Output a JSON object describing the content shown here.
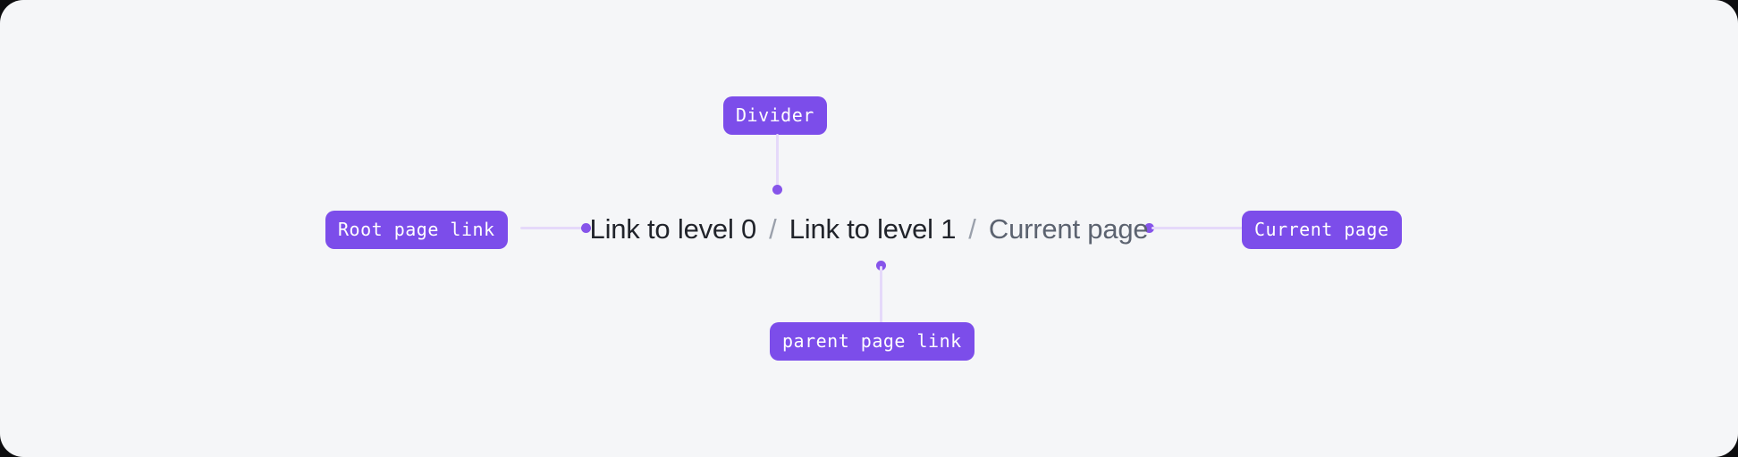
{
  "canvas": {
    "background_color": "#f5f6f8",
    "accent_color": "#7c4dea",
    "connector_color": "#e5d9fa",
    "dot_color": "#8654ea",
    "link_text_color": "#21242b",
    "current_text_color": "#5c6370",
    "separator_color": "#9aa0ab"
  },
  "breadcrumb": {
    "items": [
      {
        "label": "Link to level 0",
        "state": "link"
      },
      {
        "label": "Link to level 1",
        "state": "link"
      },
      {
        "label": "Current page",
        "state": "current"
      }
    ],
    "separator": "/"
  },
  "annotations": {
    "divider": {
      "label": "Divider"
    },
    "root_page_link": {
      "label": "Root page link"
    },
    "current_page": {
      "label": "Current page"
    },
    "parent_page_link": {
      "label": "parent page link"
    }
  }
}
